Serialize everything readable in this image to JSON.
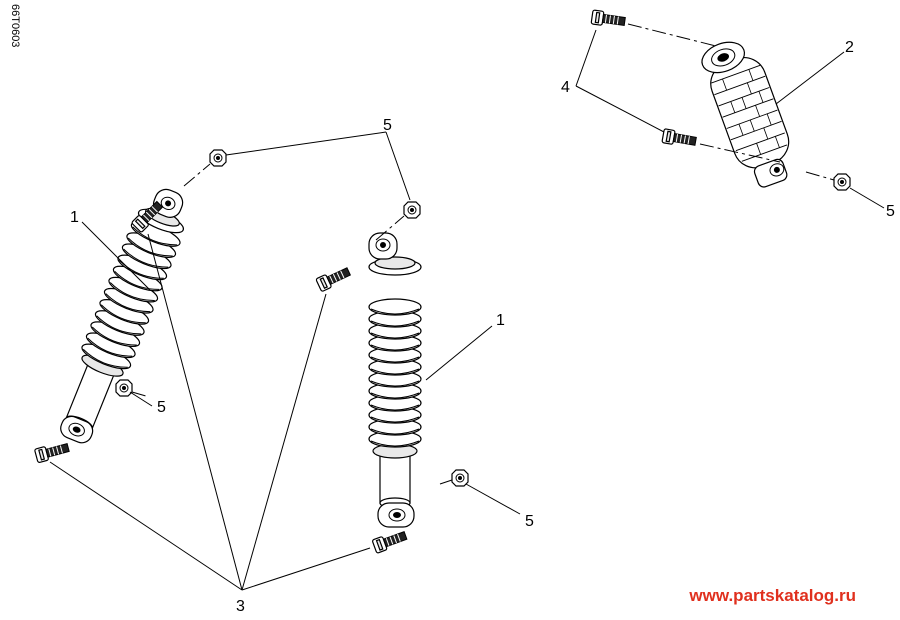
{
  "drawing_id": "66T0603",
  "watermark": "www.partskatalog.ru",
  "callouts": {
    "c1a": "1",
    "c1b": "1",
    "c2": "2",
    "c3": "3",
    "c4": "4",
    "c5a": "5",
    "c5b": "5",
    "c5c": "5",
    "c5d": "5"
  },
  "parts": [
    {
      "ref": "1",
      "icon": "coil-shock-absorber-icon"
    },
    {
      "ref": "2",
      "icon": "rear-shock-absorber-icon"
    },
    {
      "ref": "3",
      "icon": "bolt-icon"
    },
    {
      "ref": "4",
      "icon": "bolt-icon"
    },
    {
      "ref": "5",
      "icon": "lock-nut-icon"
    }
  ]
}
